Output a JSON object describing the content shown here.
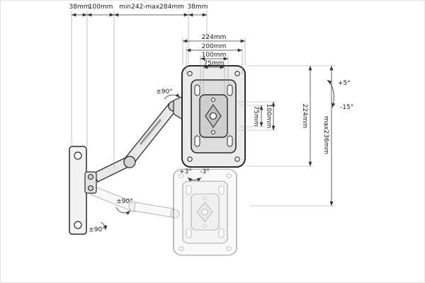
{
  "diagram": {
    "title": "TV wall mount bracket dimension drawing",
    "top_dims": {
      "wall_depth": "38mm",
      "arm_folded": "100mm",
      "extension_range": "min242-max284mm",
      "plate_depth": "38mm"
    },
    "width_dims": {
      "w224": "224mm",
      "w200": "200mm",
      "w100": "100mm",
      "w75": "75mm"
    },
    "height_dims": {
      "h75": "75mm",
      "h100": "100mm",
      "h224": "224mm",
      "hmax": "max236mm"
    },
    "angles": {
      "tilt_up": "+5°",
      "tilt_down": "-15°",
      "swivel_top": "±90°",
      "swivel_mid": "±90°",
      "swivel_base": "±90°",
      "level_plus": "+3°",
      "level_minus": "-3°"
    }
  }
}
